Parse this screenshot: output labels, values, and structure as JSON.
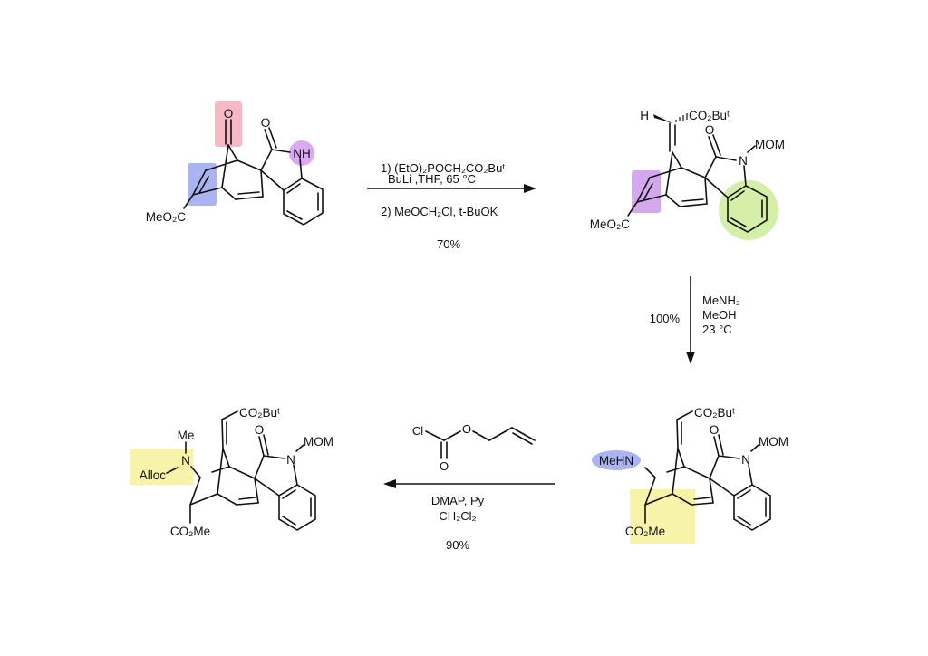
{
  "step1": {
    "reagent_line1": "1) (EtO)₂POCH₂CO₂Buᵗ",
    "reagent_line2": "BuLi ,THF, 65 °C",
    "reagent_line3": "2) MeOCH₂Cl, t-BuOK",
    "yield": "70%"
  },
  "step2": {
    "reagent_line1": "MeNH₂",
    "reagent_line2": "MeOH",
    "reagent_line3": "23 °C",
    "yield": "100%"
  },
  "step3": {
    "chloroformate_cl": "Cl",
    "chloroformate_o_ether": "O",
    "chloroformate_o_carbonyl": "O",
    "reagent_line1": "DMAP, Py",
    "reagent_line2": "CH₂Cl₂",
    "yield": "90%"
  },
  "compound1": {
    "ketone_o": "O",
    "lactam_o": "O",
    "nh": "NH",
    "ester": "MeO₂C"
  },
  "compound2": {
    "h": "H",
    "tbu_ester": "CO₂Buᵗ",
    "lactam_o": "O",
    "n": "N",
    "mom": "MOM",
    "ester": "MeO₂C"
  },
  "compound4": {
    "tbu_ester": "CO₂Buᵗ",
    "lactam_o": "O",
    "n": "N",
    "mom": "MOM",
    "amine": "MeHN",
    "ester": "CO₂Me"
  },
  "compound3": {
    "tbu_ester": "CO₂Buᵗ",
    "lactam_o": "O",
    "n": "N",
    "mom": "MOM",
    "me": "Me",
    "amide_n": "N",
    "alloc": "Alloc",
    "ester": "CO₂Me"
  },
  "colors": {
    "ketone_highlight": "#f5b8c4",
    "alkene_highlight": "#aab4f0",
    "nh_highlight": "#d9a9f2",
    "alkene2_highlight": "#d4a8ee",
    "arene_highlight": "#d4f0a8",
    "amine_highlight": "#aab4f0",
    "ester_highlight": "#f7f3a8"
  }
}
